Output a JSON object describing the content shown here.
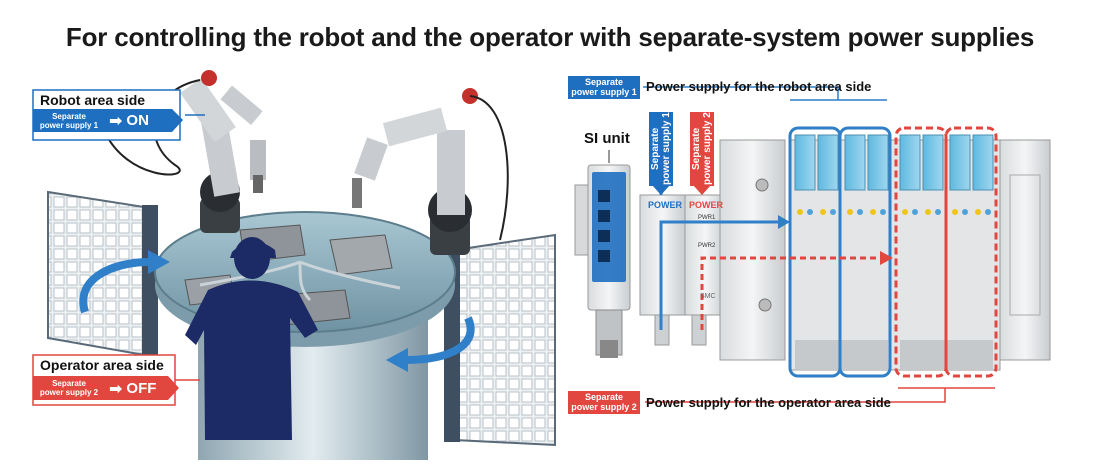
{
  "title": "For controlling the robot and the operator with separate-system power supplies",
  "robot_callout": {
    "title": "Robot area side",
    "supply": "Separate\npower supply 1",
    "state": "ON"
  },
  "operator_callout": {
    "title": "Operator area side",
    "supply": "Separate\npower supply 2",
    "state": "OFF"
  },
  "top_supply": {
    "tag": "Separate\npower supply 1",
    "label": "Power supply for the robot area side"
  },
  "bottom_supply": {
    "tag": "Separate\npower supply 2",
    "label": "Power supply for the operator area side"
  },
  "si_unit_label": "SI unit",
  "vertical_tab_1": "Separate\npower supply 1",
  "vertical_tab_2": "Separate\npower supply 2",
  "power_label_1": "POWER",
  "power_label_2": "POWER",
  "pwr1": "PWR1",
  "pwr2": "PWR2",
  "brand": "SMC",
  "colors": {
    "blue": "#1f6fc0",
    "red": "#e2473f",
    "arrow_blue": "#2f7fc9"
  }
}
